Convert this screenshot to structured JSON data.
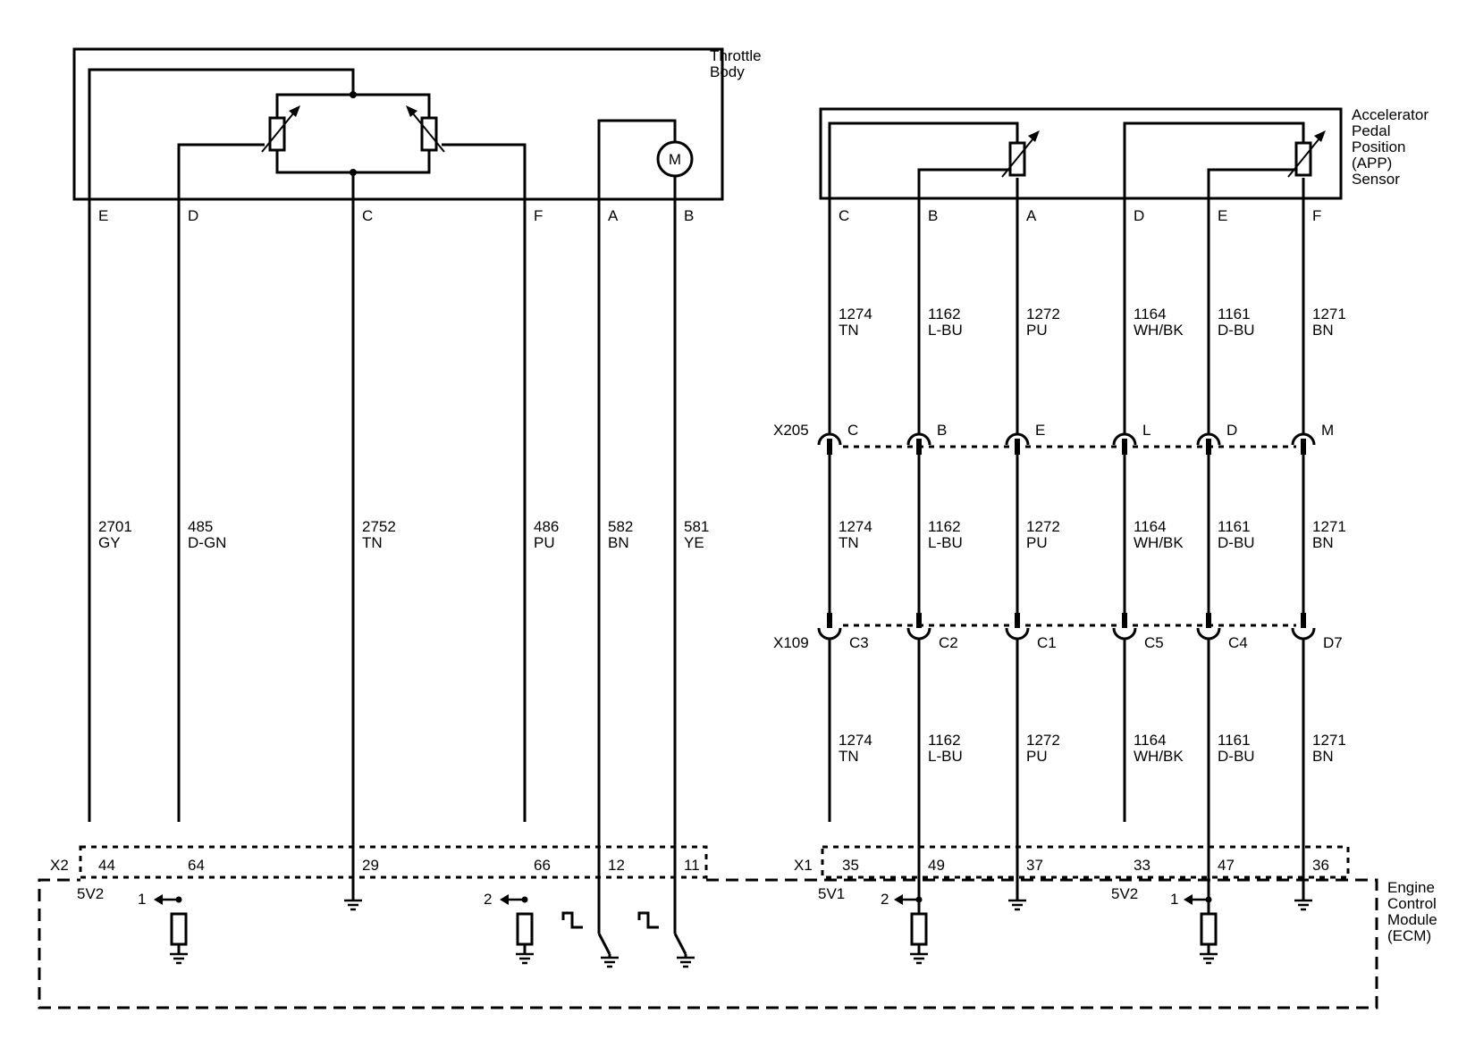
{
  "components": {
    "throttle_body": [
      "Throttle",
      "Body"
    ],
    "app_sensor": [
      "Accelerator",
      "Pedal",
      "Position",
      "(APP)",
      "Sensor"
    ],
    "ecm": [
      "Engine",
      "Control",
      "Module",
      "(ECM)"
    ],
    "motor_symbol": "M"
  },
  "throttle_circuits": [
    {
      "pin": "E",
      "circuit": "2701",
      "color": "GY",
      "ecm_pin": "44",
      "ecm_label": "5V2"
    },
    {
      "pin": "D",
      "circuit": "485",
      "color": "D-GN",
      "ecm_pin": "64",
      "ecm_label": "1"
    },
    {
      "pin": "C",
      "circuit": "2752",
      "color": "TN",
      "ecm_pin": "29",
      "ecm_label": ""
    },
    {
      "pin": "F",
      "circuit": "486",
      "color": "PU",
      "ecm_pin": "66",
      "ecm_label": "2"
    },
    {
      "pin": "A",
      "circuit": "582",
      "color": "BN",
      "ecm_pin": "12",
      "ecm_label": ""
    },
    {
      "pin": "B",
      "circuit": "581",
      "color": "YE",
      "ecm_pin": "11",
      "ecm_label": ""
    }
  ],
  "app_circuits": [
    {
      "pin": "C",
      "circuit": "1274",
      "color": "TN",
      "x205": "C",
      "x109": "C3",
      "ecm_pin": "35",
      "ecm_label": "5V1"
    },
    {
      "pin": "B",
      "circuit": "1162",
      "color": "L-BU",
      "x205": "B",
      "x109": "C2",
      "ecm_pin": "49",
      "ecm_label": "2"
    },
    {
      "pin": "A",
      "circuit": "1272",
      "color": "PU",
      "x205": "E",
      "x109": "C1",
      "ecm_pin": "37",
      "ecm_label": ""
    },
    {
      "pin": "D",
      "circuit": "1164",
      "color": "WH/BK",
      "x205": "L",
      "x109": "C5",
      "ecm_pin": "33",
      "ecm_label": "5V2"
    },
    {
      "pin": "E",
      "circuit": "1161",
      "color": "D-BU",
      "x205": "D",
      "x109": "C4",
      "ecm_pin": "47",
      "ecm_label": "1"
    },
    {
      "pin": "F",
      "circuit": "1271",
      "color": "BN",
      "x205": "M",
      "x109": "D7",
      "ecm_pin": "36",
      "ecm_label": ""
    }
  ],
  "connectors": {
    "inline_1": "X205",
    "inline_2": "X109",
    "ecm_1": "X2",
    "ecm_2": "X1"
  }
}
